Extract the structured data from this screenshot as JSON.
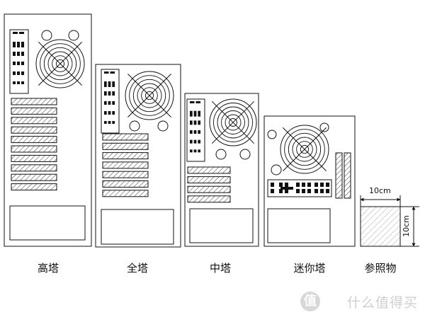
{
  "cases": [
    {
      "id": "full-tower",
      "label": "高塔",
      "slots": 10
    },
    {
      "id": "big-tower",
      "label": "全塔",
      "slots": 7
    },
    {
      "id": "mid-tower",
      "label": "中塔",
      "slots": 4
    },
    {
      "id": "mini-tower",
      "label": "迷你塔",
      "slots": 2
    }
  ],
  "reference": {
    "label": "参照物",
    "width_label": "10cm",
    "height_label": "10cm"
  },
  "watermark": {
    "text": "什么值得买",
    "badge": "值"
  },
  "colors": {
    "line": "#111111",
    "hatch": "#555555",
    "background": "#ffffff"
  }
}
